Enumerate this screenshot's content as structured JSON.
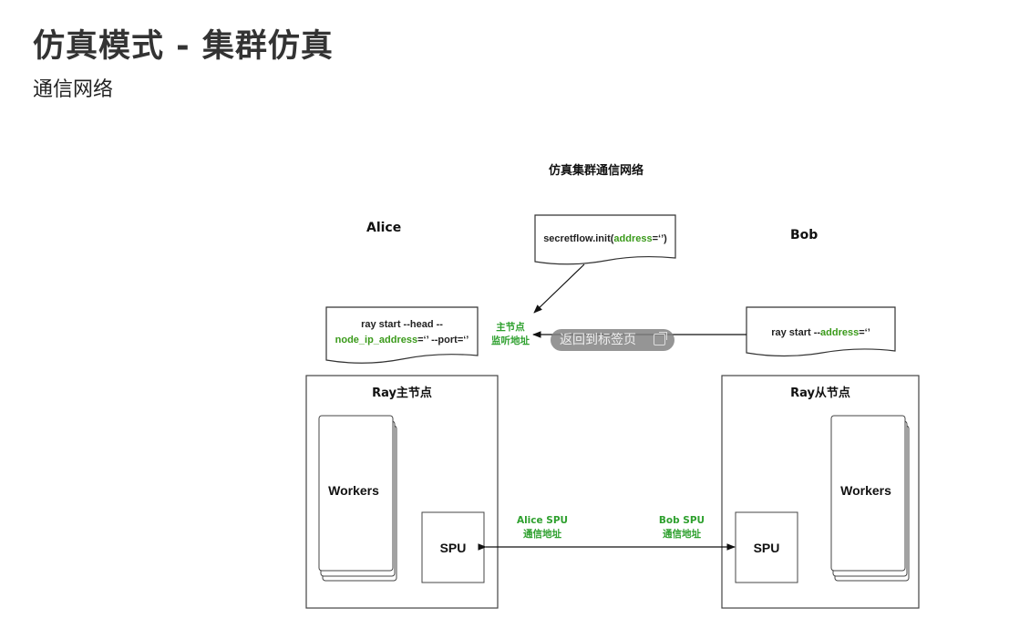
{
  "header": {
    "title": "仿真模式 - 集群仿真",
    "subtitle": "通信网络"
  },
  "diagram": {
    "title": "仿真集群通信网络",
    "parties": {
      "alice": "Alice",
      "bob": "Bob"
    },
    "init_code": {
      "prefix": "secretflow.init(",
      "param": "address",
      "suffix": "=‘’)"
    },
    "head_cmd": {
      "line1": "ray start --head --",
      "param": "node_ip_address",
      "suffix": "=‘’ --port=‘’"
    },
    "worker_cmd": {
      "prefix": "ray start --",
      "param": "address",
      "suffix": "=‘’"
    },
    "head_listen_label": {
      "line1": "主节点",
      "line2": "监听地址"
    },
    "head_node": {
      "title": "Ray主节点",
      "workers": "Workers",
      "spu": "SPU"
    },
    "worker_node": {
      "title": "Ray从节点",
      "workers": "Workers",
      "spu": "SPU"
    },
    "alice_spu_label": {
      "line1": "Alice SPU",
      "line2": "通信地址"
    },
    "bob_spu_label": {
      "line1": "Bob SPU",
      "line2": "通信地址"
    },
    "colors": {
      "accent_green": "#3a9a1a"
    }
  },
  "overlay": {
    "back_to_tab": "返回到标签页",
    "icon": "external-link-icon"
  }
}
